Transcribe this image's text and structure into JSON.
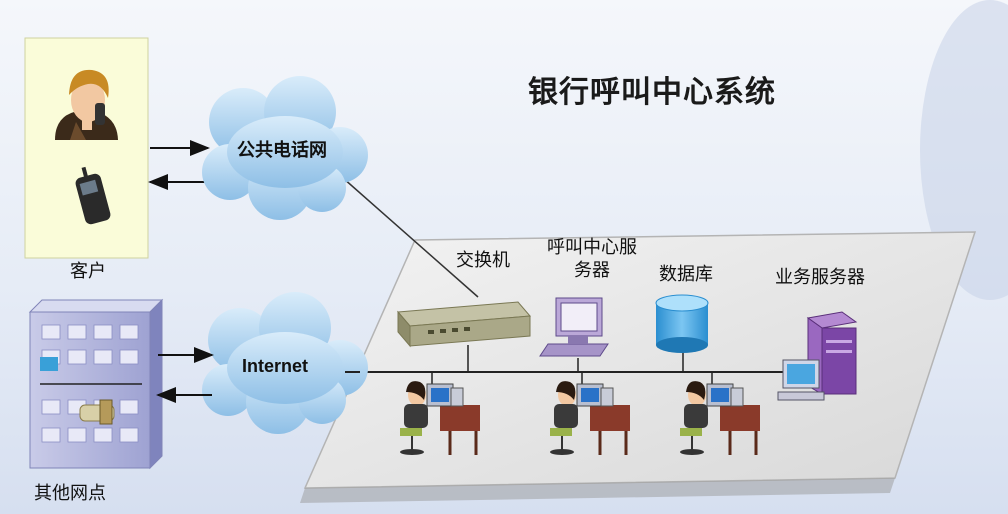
{
  "title": "银行呼叫中心系统",
  "nodes": {
    "customer": "客户",
    "branch": "其他网点",
    "pstn": "公共电话网",
    "internet": "Internet",
    "switch": "交换机",
    "call_center_server": "呼叫中心服务器",
    "database": "数据库",
    "business_server": "业务服务器"
  }
}
